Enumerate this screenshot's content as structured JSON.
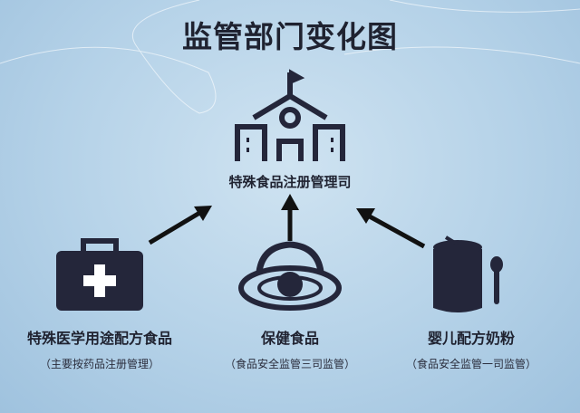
{
  "title": "监管部门变化图",
  "center": {
    "label": "特殊食品注册管理司",
    "icon": "school-building-icon"
  },
  "items": [
    {
      "label": "特殊医学用途配方食品",
      "note": "（主要按药品注册管理）",
      "icon": "medical-kit-icon"
    },
    {
      "label": "保健食品",
      "note": "（食品安全监管三司监管）",
      "icon": "health-food-icon"
    },
    {
      "label": "婴儿配方奶粉",
      "note": "（食品安全监管一司监管）",
      "icon": "formula-can-icon"
    }
  ],
  "colors": {
    "icon": "#24263a",
    "bg": "#b5d2e8"
  }
}
